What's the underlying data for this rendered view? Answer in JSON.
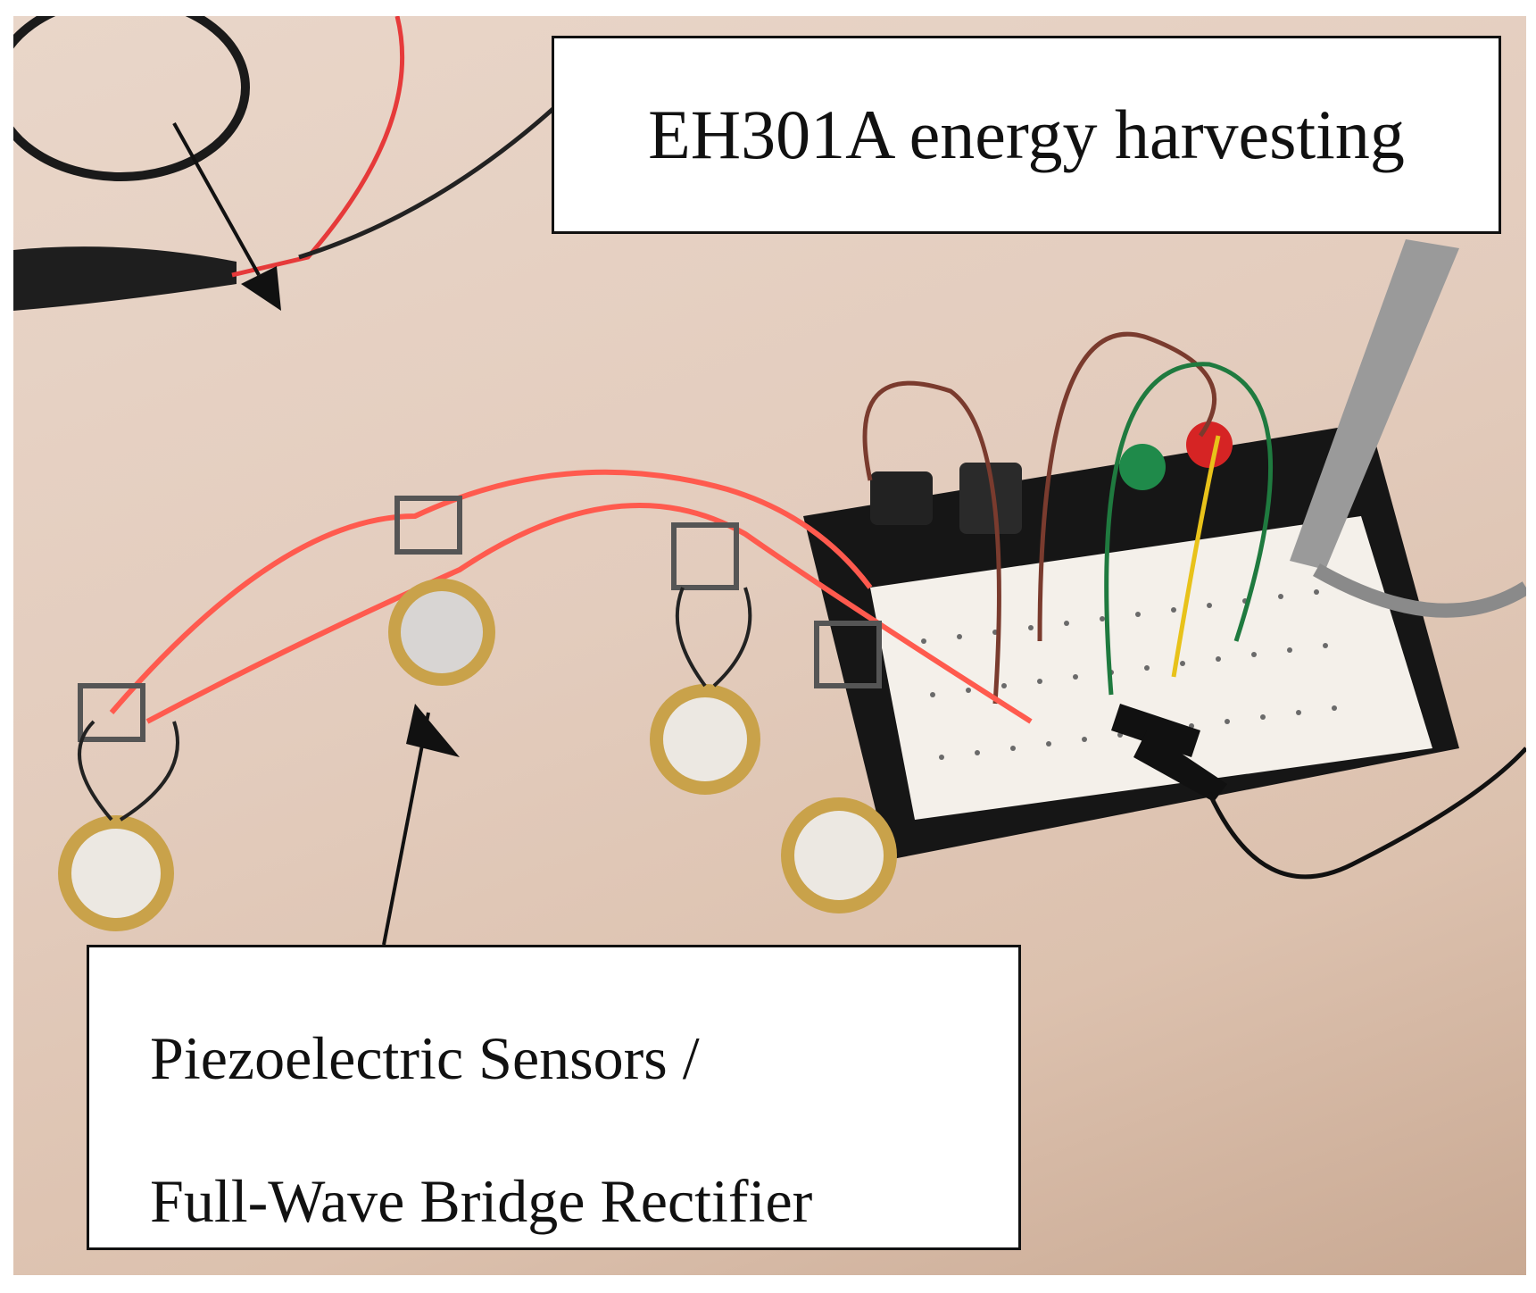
{
  "annotations": {
    "top_label": "EH301A energy harvesting",
    "bottom_label_line1": "Piezoelectric Sensors /",
    "bottom_label_line2": "Full-Wave Bridge Rectifier"
  },
  "colors": {
    "table": "#e3ccbd",
    "wire_red": "#ff5a4e",
    "wire_green": "#1f7a3f",
    "wire_brown": "#7a3b2e",
    "wire_yellow": "#e8c21a",
    "disc_gold": "#c9a24a",
    "breadboard": "#f5f2ee",
    "base": "#151515"
  }
}
